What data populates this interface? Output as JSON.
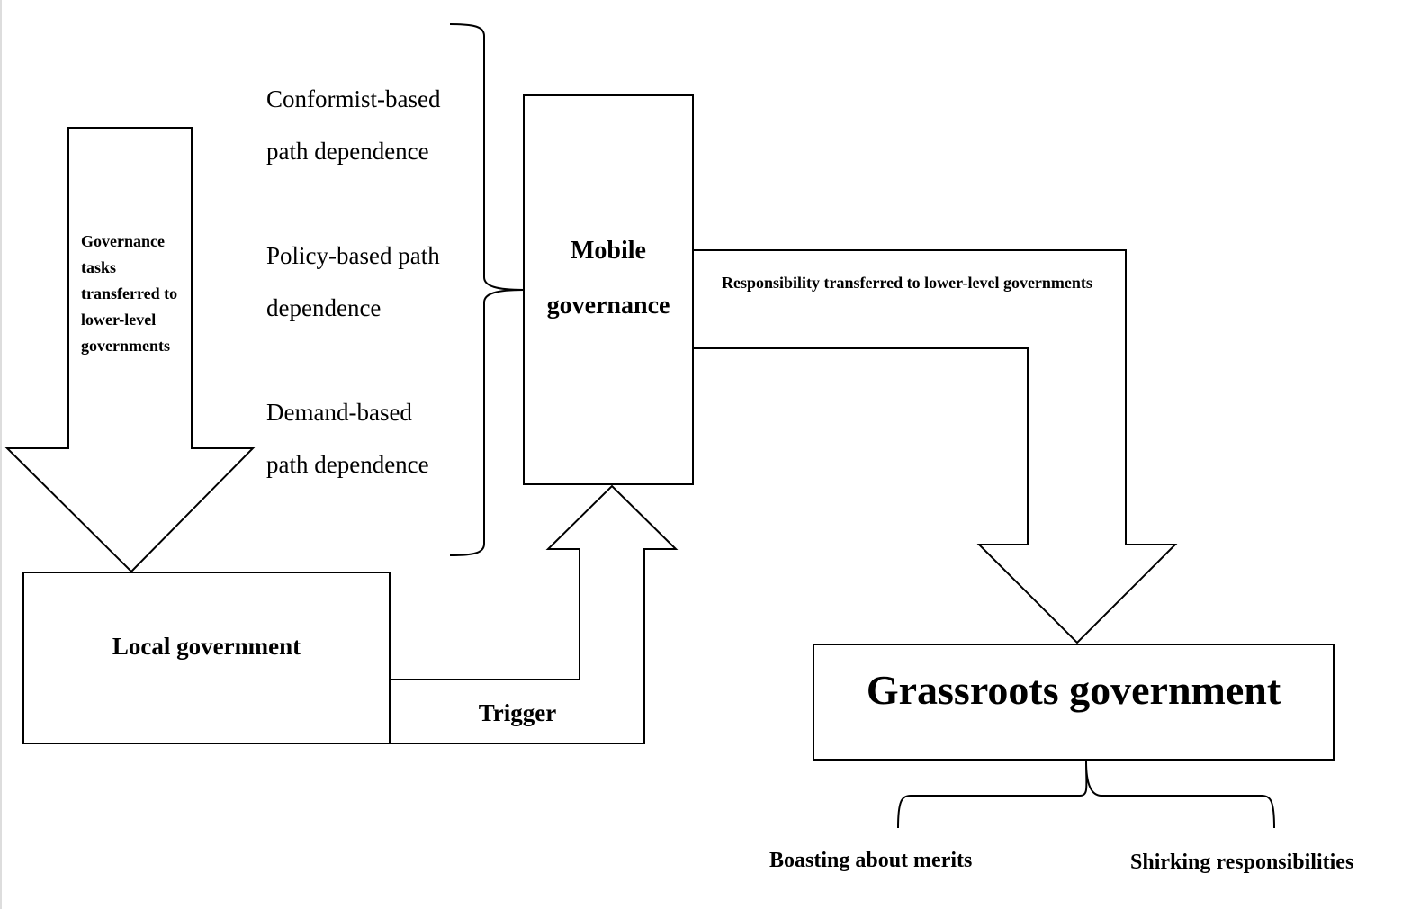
{
  "top_down_arrow": {
    "label": "Governance tasks transferred to lower-level governments"
  },
  "path_dependence": {
    "items": [
      {
        "line1": "Conformist-based",
        "line2": "path dependence"
      },
      {
        "line1": "Policy-based path",
        "line2": "dependence"
      },
      {
        "line1": "Demand-based",
        "line2": "path dependence"
      }
    ]
  },
  "mobile_governance": {
    "label": "Mobile governance"
  },
  "responsibility_arrow": {
    "label": "Responsibility transferred to lower-level governments"
  },
  "local_government": {
    "label": "Local government"
  },
  "trigger_arrow": {
    "label": "Trigger"
  },
  "grassroots_government": {
    "label": "Grassroots government"
  },
  "outcomes": {
    "left": "Boasting about merits",
    "right": "Shirking responsibilities"
  }
}
